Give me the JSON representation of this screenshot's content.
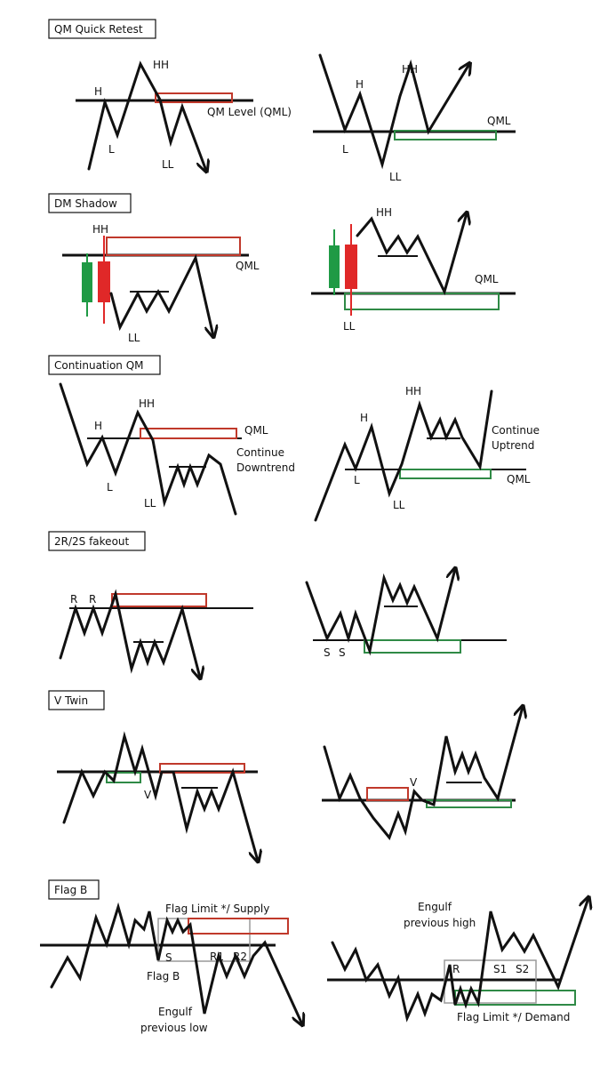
{
  "sections": [
    {
      "title": "QM Quick Retest",
      "labels": {
        "h": "H",
        "hh": "HH",
        "l": "L",
        "ll": "LL",
        "qml_level": "QM Level (QML)",
        "r_h": "H",
        "r_hh": "HH",
        "r_l": "L",
        "r_ll": "LL",
        "r_qml": "QML"
      }
    },
    {
      "title": "DM Shadow",
      "labels": {
        "hh": "HH",
        "qml": "QML",
        "ll": "LL",
        "r_hh": "HH",
        "r_qml": "QML",
        "r_ll": "LL"
      }
    },
    {
      "title": "Continuation QM",
      "labels": {
        "h": "H",
        "hh": "HH",
        "l": "L",
        "ll": "LL",
        "qml": "QML",
        "cont1": "Continue",
        "cont2": "Downtrend",
        "r_h": "H",
        "r_hh": "HH",
        "r_l": "L",
        "r_ll": "LL",
        "r_qml": "QML",
        "r_cont1": "Continue",
        "r_cont2": "Uptrend"
      }
    },
    {
      "title": "2R/2S fakeout",
      "labels": {
        "r1": "R",
        "r2": "R",
        "s1": "S",
        "s2": "S"
      }
    },
    {
      "title": "V Twin",
      "labels": {
        "v": "V",
        "r_v": "V"
      }
    },
    {
      "title": "Flag B",
      "labels": {
        "flag_limit_supply": "Flag Limit */ Supply",
        "s": "S",
        "r1": "R1",
        "r2": "R2",
        "flag_b": "Flag B",
        "engulf_low1": "Engulf",
        "engulf_low2": "previous low",
        "engulf_high1": "Engulf",
        "engulf_high2": "previous high",
        "r": "R",
        "s1": "S1",
        "s2": "S2",
        "flag_limit_demand": "Flag Limit */ Demand"
      }
    }
  ],
  "colors": {
    "bearish_zone": "#c0392b",
    "bullish_zone": "#2f8a46",
    "bull_candle": "#1f9a45",
    "bear_candle": "#e02828",
    "flag_box": "#9a9a9a"
  }
}
